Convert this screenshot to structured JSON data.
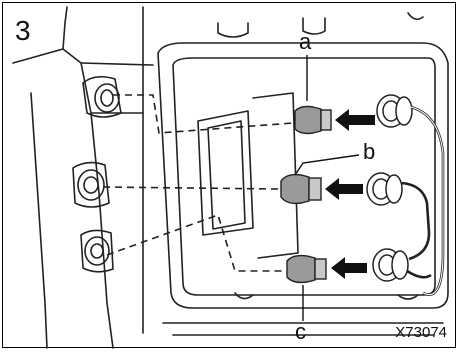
{
  "step_number": "3",
  "labels": {
    "a": "a",
    "b": "b",
    "c": "c"
  },
  "figure_code": "X73074",
  "colors": {
    "line": "#222222",
    "bulb_fill": "#9a9a9a",
    "arrow": "#111111"
  },
  "icons": [
    "bulb-icon",
    "socket-icon",
    "arrow-left-icon"
  ]
}
